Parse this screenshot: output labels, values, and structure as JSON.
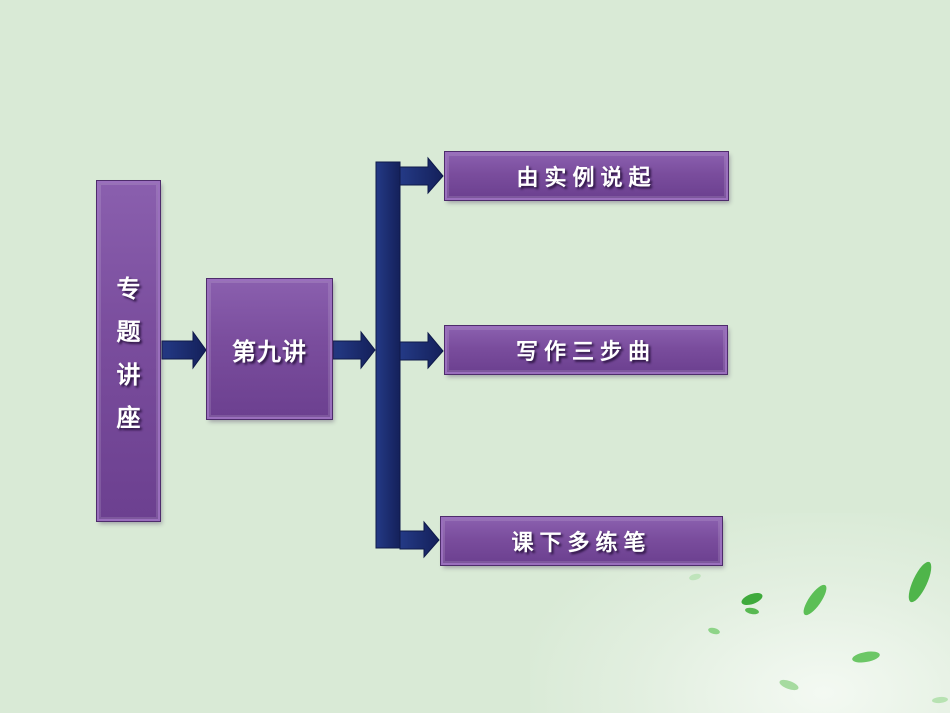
{
  "diagram": {
    "root": {
      "chars": [
        "专",
        "题",
        "讲",
        "座"
      ]
    },
    "middle": {
      "label": "第九讲"
    },
    "branches": [
      {
        "label": "由实例说起"
      },
      {
        "label": "写作三步曲"
      },
      {
        "label": "课下多练笔"
      }
    ]
  },
  "colors": {
    "background": "#d9ead6",
    "box_fill": "#7a4d9d",
    "connector": "#1d2c6e",
    "leaf": "#4fb54a"
  }
}
